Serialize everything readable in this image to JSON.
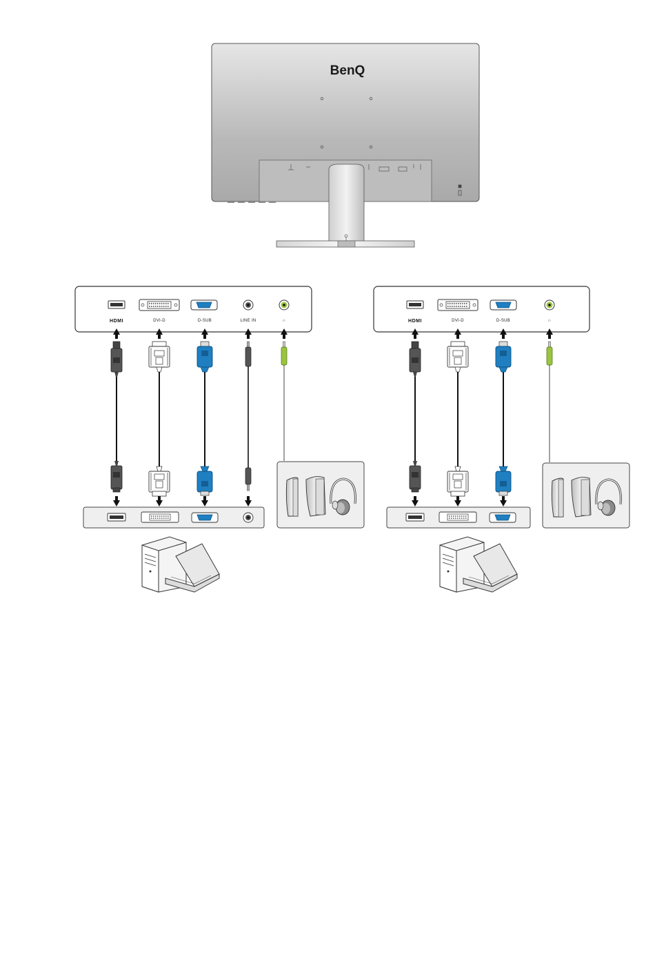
{
  "monitor": {
    "brand": "BenQ"
  },
  "panels": [
    {
      "id": "left",
      "ports": [
        {
          "key": "hdmi",
          "label": "HDMI"
        },
        {
          "key": "dvi",
          "label": "DVI-D"
        },
        {
          "key": "dsub",
          "label": "D-SUB"
        },
        {
          "key": "linein",
          "label": "LINE IN"
        },
        {
          "key": "headphone",
          "label": "∩"
        }
      ]
    },
    {
      "id": "right",
      "ports": [
        {
          "key": "hdmi",
          "label": "HDMI"
        },
        {
          "key": "dvi",
          "label": "DVI-D"
        },
        {
          "key": "dsub",
          "label": "D-SUB"
        },
        {
          "key": "headphone",
          "label": "∩"
        }
      ]
    }
  ],
  "colors": {
    "vga_blue": "#1f7fc1",
    "audio_green": "#9bc53d",
    "panel_gray": "#efefef",
    "stroke": "#333333"
  }
}
